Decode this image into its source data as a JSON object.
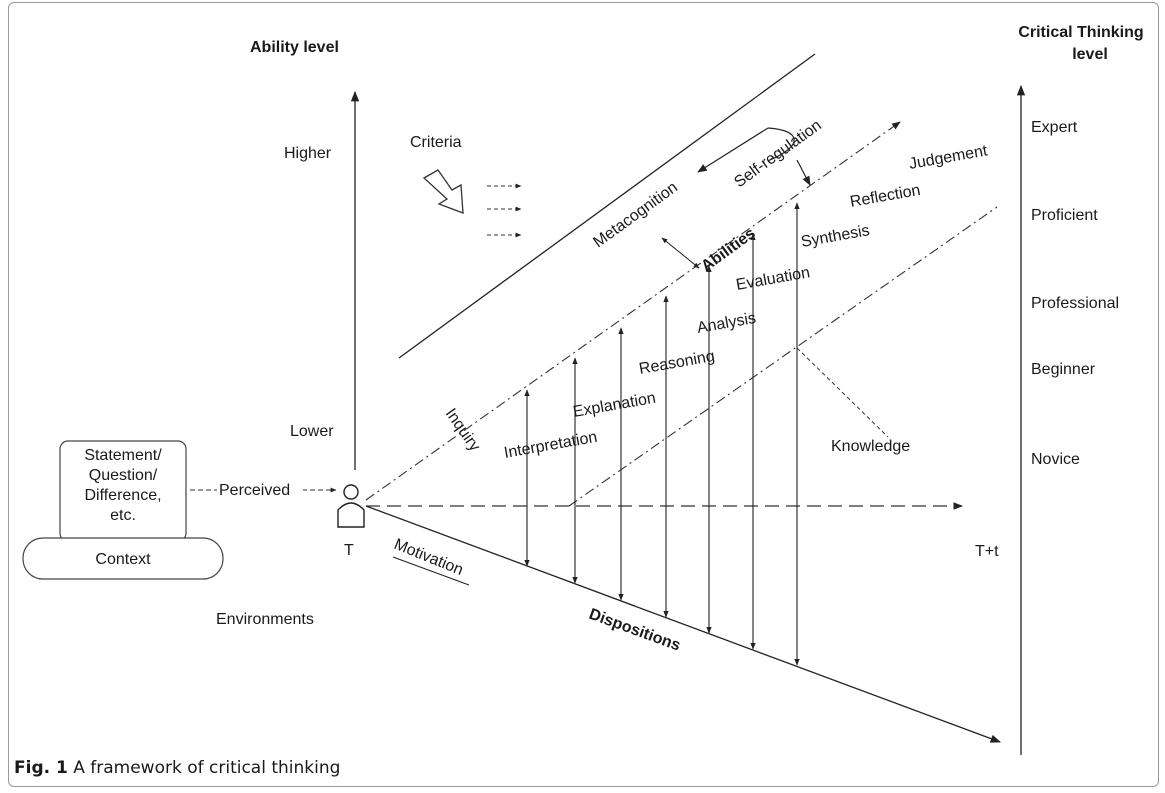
{
  "axis_left": {
    "title": "Ability level",
    "higher": "Higher",
    "lower": "Lower"
  },
  "axis_right": {
    "title_line1": "Critical Thinking",
    "title_line2": "level",
    "levels": [
      "Expert",
      "Proficient",
      "Professional",
      "Beginner",
      "Novice"
    ]
  },
  "input_box": {
    "lines": [
      "Statement/",
      "Question/",
      "Difference,",
      "etc."
    ],
    "context": "Context",
    "environments": "Environments",
    "perceived": "Perceived"
  },
  "time": {
    "start": "T",
    "end": "T+t"
  },
  "criteria": "Criteria",
  "upper": {
    "metacognition": "Metacognition",
    "self_regulation": "Self-regulation",
    "abilities": "Abilities",
    "inquiry": "Inquiry"
  },
  "abilities_list": [
    "Interpretation",
    "Explanation",
    "Reasoning",
    "Analysis",
    "Evaluation",
    "Synthesis",
    "Reflection",
    "Judgement"
  ],
  "knowledge": "Knowledge",
  "lower": {
    "motivation": "Motivation",
    "dispositions": "Dispositions"
  },
  "caption": {
    "fig": "Fig. 1",
    "text": "A framework of critical thinking"
  }
}
